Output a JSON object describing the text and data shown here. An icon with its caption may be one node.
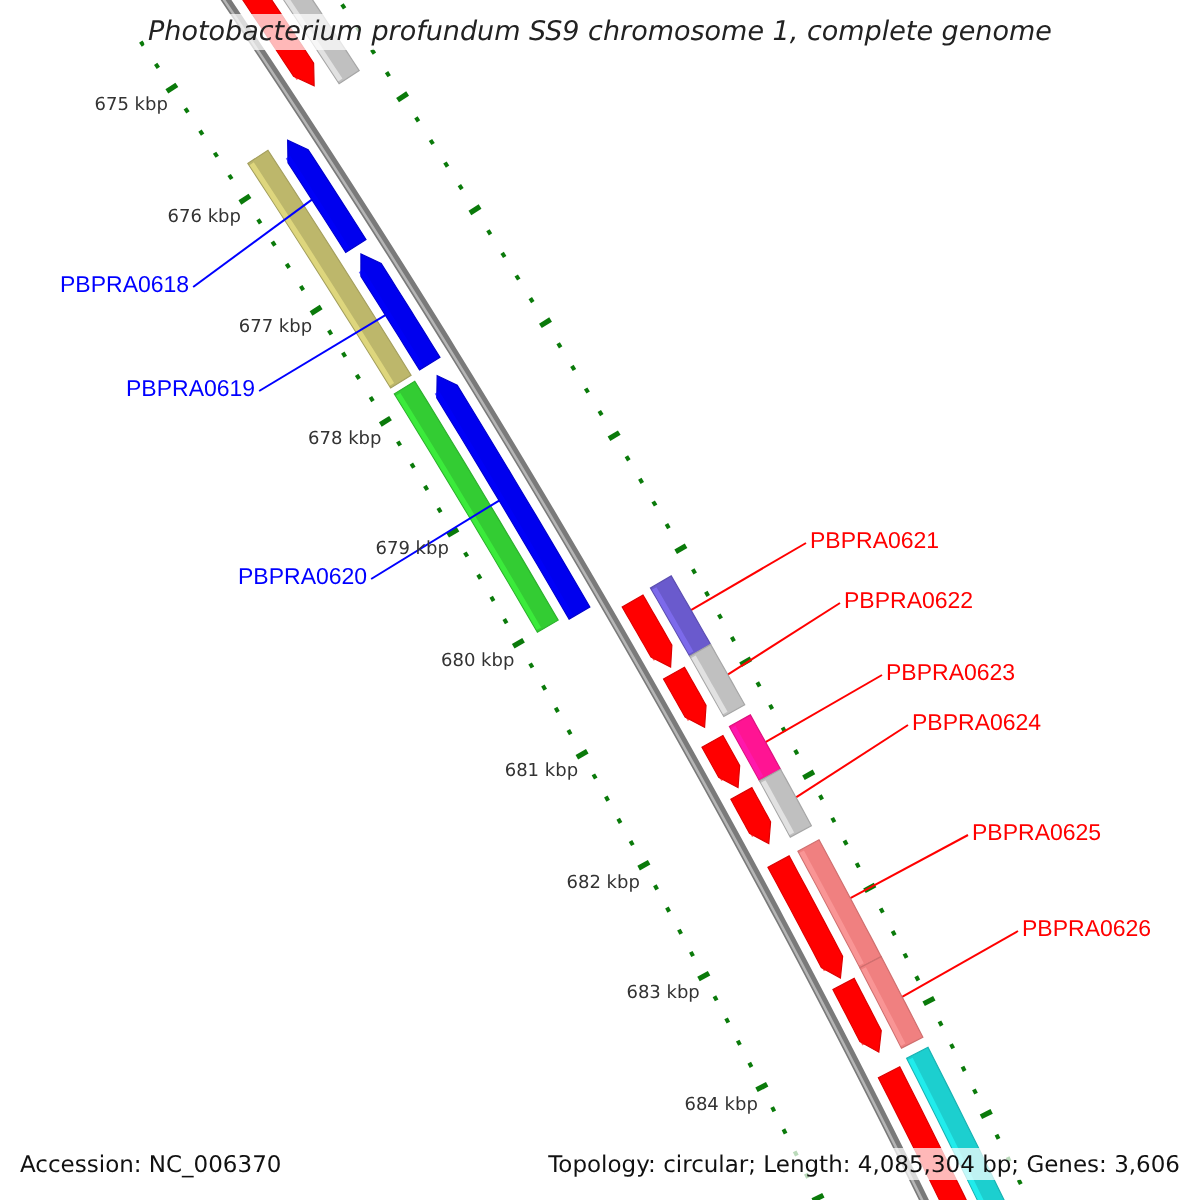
{
  "diagram": {
    "title": "Photobacterium profundum SS9 chromosome 1, complete genome",
    "nodes": [
      {
        "text": [
          "PBPRA0618"
        ]
      },
      {
        "text": [
          "PBPRA0619"
        ]
      },
      {
        "text": [
          "PBPRA0620"
        ]
      },
      {
        "text": [
          "PBPRA0621"
        ]
      },
      {
        "text": [
          "PBPRA0622"
        ]
      },
      {
        "text": [
          "PBPRA0623"
        ]
      },
      {
        "text": [
          "PBPRA0624"
        ]
      },
      {
        "text": [
          "PBPRA0625"
        ]
      },
      {
        "text": [
          "PBPRA0626"
        ]
      },
      {
        "text": [],
        "shape": "bar"
      },
      {
        "text": [],
        "shape": "bar"
      },
      {
        "text": [],
        "shape": "bar"
      },
      {
        "text": [],
        "shape": "bar"
      },
      {
        "text": [],
        "shape": "bar"
      },
      {
        "text": [],
        "shape": "bar"
      },
      {
        "text": [],
        "shape": "bar"
      },
      {
        "text": [],
        "shape": "bar"
      },
      {
        "text": [],
        "shape": "bar"
      }
    ],
    "edges": [
      {
        "from": 0,
        "to": 9,
        "arrow": "none",
        "color": "#0000ff"
      },
      {
        "from": 1,
        "to": 10,
        "arrow": "none",
        "color": "#0000ff"
      },
      {
        "from": 2,
        "to": 11,
        "arrow": "none",
        "color": "#0000ff"
      },
      {
        "from": 3,
        "to": 12,
        "arrow": "none"
      },
      {
        "from": 4,
        "to": 13,
        "arrow": "none"
      },
      {
        "from": 5,
        "to": 14,
        "arrow": "none"
      },
      {
        "from": 6,
        "to": 15,
        "arrow": "none"
      },
      {
        "from": 7,
        "to": 16,
        "arrow": "none"
      },
      {
        "from": 8,
        "to": 17,
        "arrow": "none"
      }
    ],
    "labels": [
      "675 kbp",
      "676 kbp",
      "677 kbp",
      "678 kbp",
      "679 kbp",
      "680 kbp",
      "681 kbp",
      "682 kbp",
      "683 kbp",
      "684 kbp",
      "Accession: NC_006370",
      "Topology: circular; Length: 4,085,304 bp; Genes: 3,606"
    ]
  }
}
